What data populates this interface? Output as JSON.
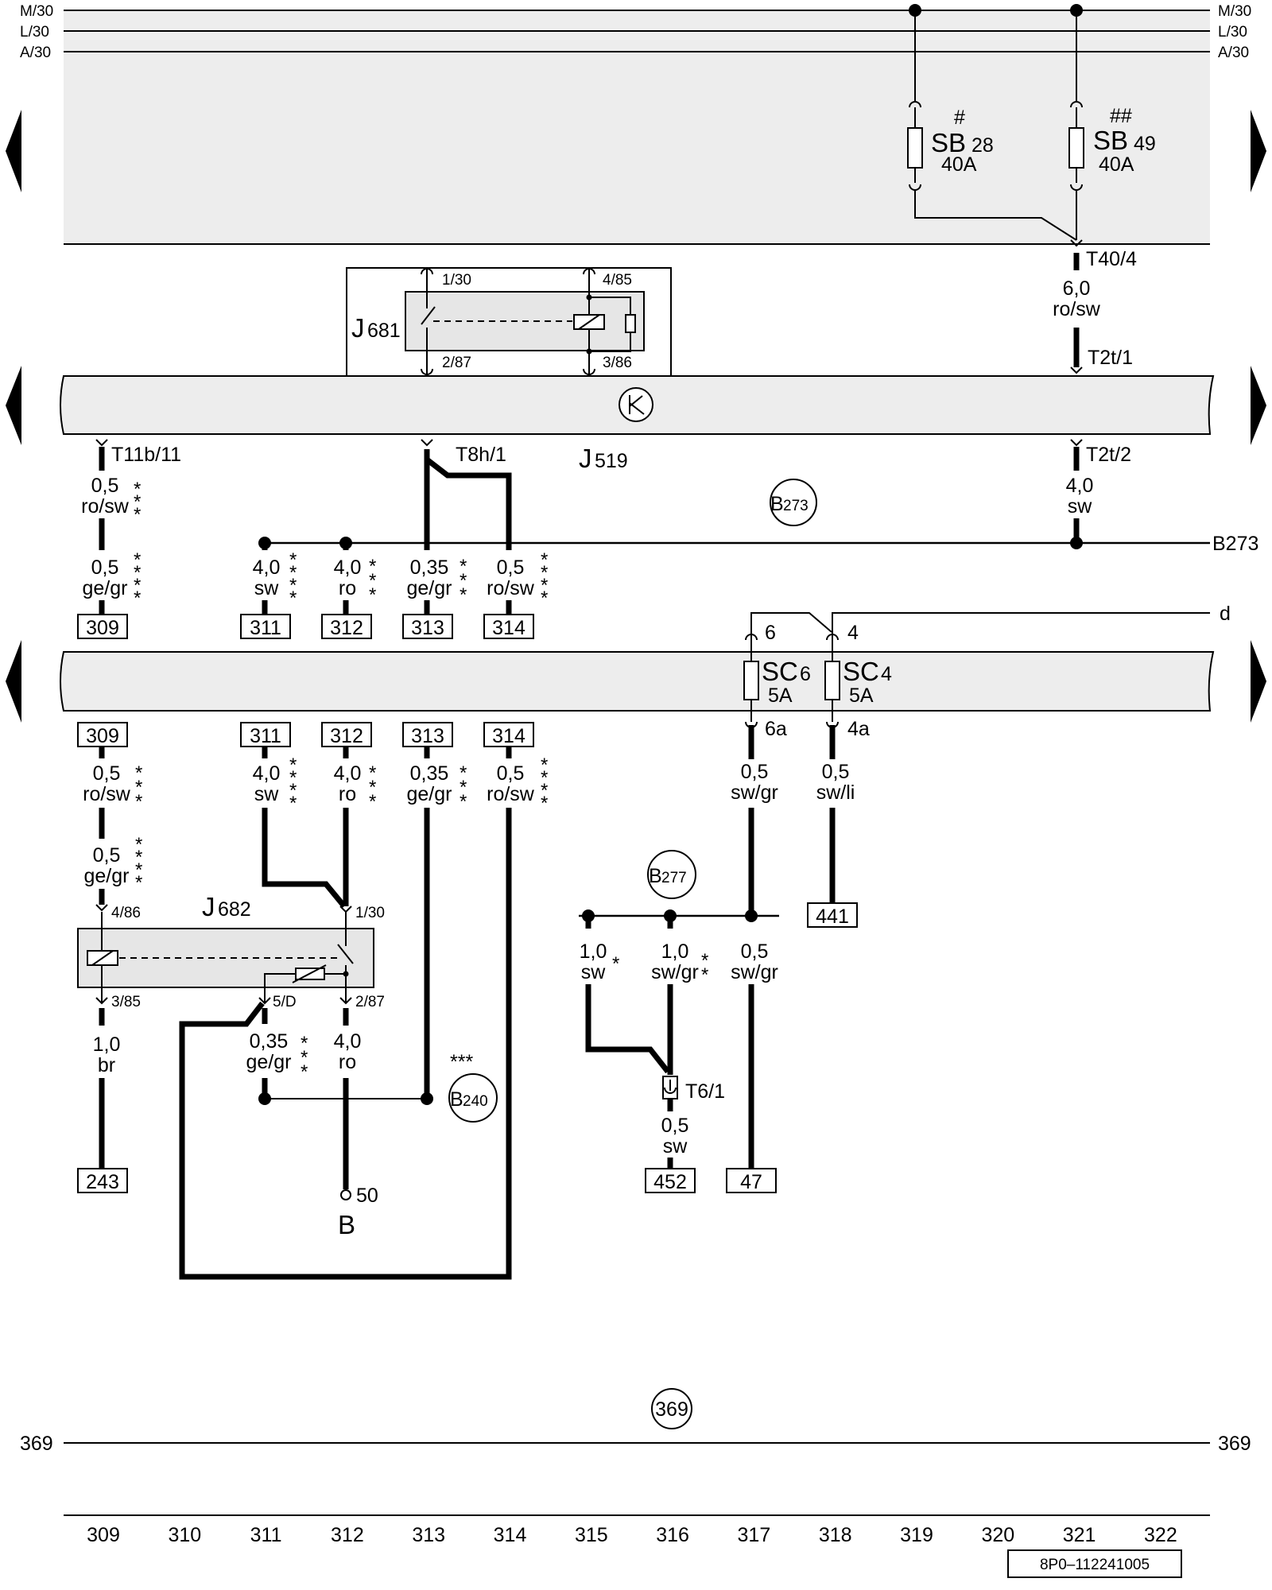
{
  "rails": {
    "m30": "M/30",
    "l30": "L/30",
    "a30": "A/30",
    "b273": "B273",
    "d": "d",
    "line369": "369"
  },
  "fuses": {
    "sb28": {
      "mark": "#",
      "name": "SB",
      "num": "28",
      "amp": "40A"
    },
    "sb49": {
      "mark": "##",
      "name": "SB",
      "num": "49",
      "amp": "40A"
    },
    "sc6": {
      "name": "SC",
      "num": "6",
      "amp": "5A",
      "pin_top": "6",
      "pin_bot": "6a"
    },
    "sc4": {
      "name": "SC",
      "num": "4",
      "amp": "5A",
      "pin_top": "4",
      "pin_bot": "4a"
    }
  },
  "components": {
    "j681": {
      "name": "J",
      "num": "681",
      "p1": "1/30",
      "p2": "2/87",
      "p3": "3/86",
      "p4": "4/85"
    },
    "j519": {
      "name": "J",
      "num": "519"
    },
    "j682": {
      "name": "J",
      "num": "682",
      "p1": "1/30",
      "p2": "2/87",
      "p3": "3/85",
      "p4": "4/86",
      "p5": "5/D"
    },
    "terminal": {
      "num": "50",
      "letter": "B"
    }
  },
  "connectors": {
    "t40_4": "T40/4",
    "t2t_1": "T2t/1",
    "t2t_2": "T2t/2",
    "t11b_11": "T11b/11",
    "t8h_1": "T8h/1",
    "t6_1": "T6/1"
  },
  "grounds": {
    "b273": {
      "letter": "B",
      "num": "273"
    },
    "b277": {
      "letter": "B",
      "num": "277"
    },
    "b240": {
      "letter": "B",
      "num": "240",
      "stars": "***"
    },
    "c369": {
      "num": "369"
    }
  },
  "wires": {
    "w_t40": {
      "size": "6,0",
      "color": "ro/sw"
    },
    "w_t2t2": {
      "size": "4,0",
      "color": "sw"
    },
    "u309a": {
      "size": "0,5",
      "color": "ro/sw"
    },
    "u309b": {
      "size": "0,5",
      "color": "ge/gr"
    },
    "u311": {
      "size": "4,0",
      "color": "sw"
    },
    "u312": {
      "size": "4,0",
      "color": "ro"
    },
    "u313": {
      "size": "0,35",
      "color": "ge/gr"
    },
    "u314": {
      "size": "0,5",
      "color": "ro/sw"
    },
    "l309a": {
      "size": "0,5",
      "color": "ro/sw"
    },
    "l309b": {
      "size": "0,5",
      "color": "ge/gr"
    },
    "l311": {
      "size": "4,0",
      "color": "sw"
    },
    "l312": {
      "size": "4,0",
      "color": "ro"
    },
    "l313": {
      "size": "0,35",
      "color": "ge/gr"
    },
    "l314": {
      "size": "0,5",
      "color": "ro/sw"
    },
    "s6a": {
      "size": "0,5",
      "color": "sw/gr"
    },
    "s4a": {
      "size": "0,5",
      "color": "sw/li"
    },
    "r_br": {
      "size": "1,0",
      "color": "br"
    },
    "r_5d": {
      "size": "0,35",
      "color": "ge/gr"
    },
    "r_ro": {
      "size": "4,0",
      "color": "ro"
    },
    "g_sw": {
      "size": "1,0",
      "color": "sw"
    },
    "g_swgr": {
      "size": "1,0",
      "color": "sw/gr"
    },
    "g_swgr2": {
      "size": "0,5",
      "color": "sw/gr"
    },
    "g_t6": {
      "size": "0,5",
      "color": "sw"
    }
  },
  "refs": {
    "r309": "309",
    "r311": "311",
    "r312": "312",
    "r313": "313",
    "r314": "314",
    "r441": "441",
    "r243": "243",
    "r452": "452",
    "r47": "47"
  },
  "stars": {
    "s1": "*",
    "s2": "**",
    "s3": "***",
    "s4": "****"
  },
  "ruler": [
    "309",
    "310",
    "311",
    "312",
    "313",
    "314",
    "315",
    "316",
    "317",
    "318",
    "319",
    "320",
    "321",
    "322"
  ],
  "code": "8P0–112241005",
  "colors": {
    "shade": "#ededed",
    "line": "#000000"
  }
}
